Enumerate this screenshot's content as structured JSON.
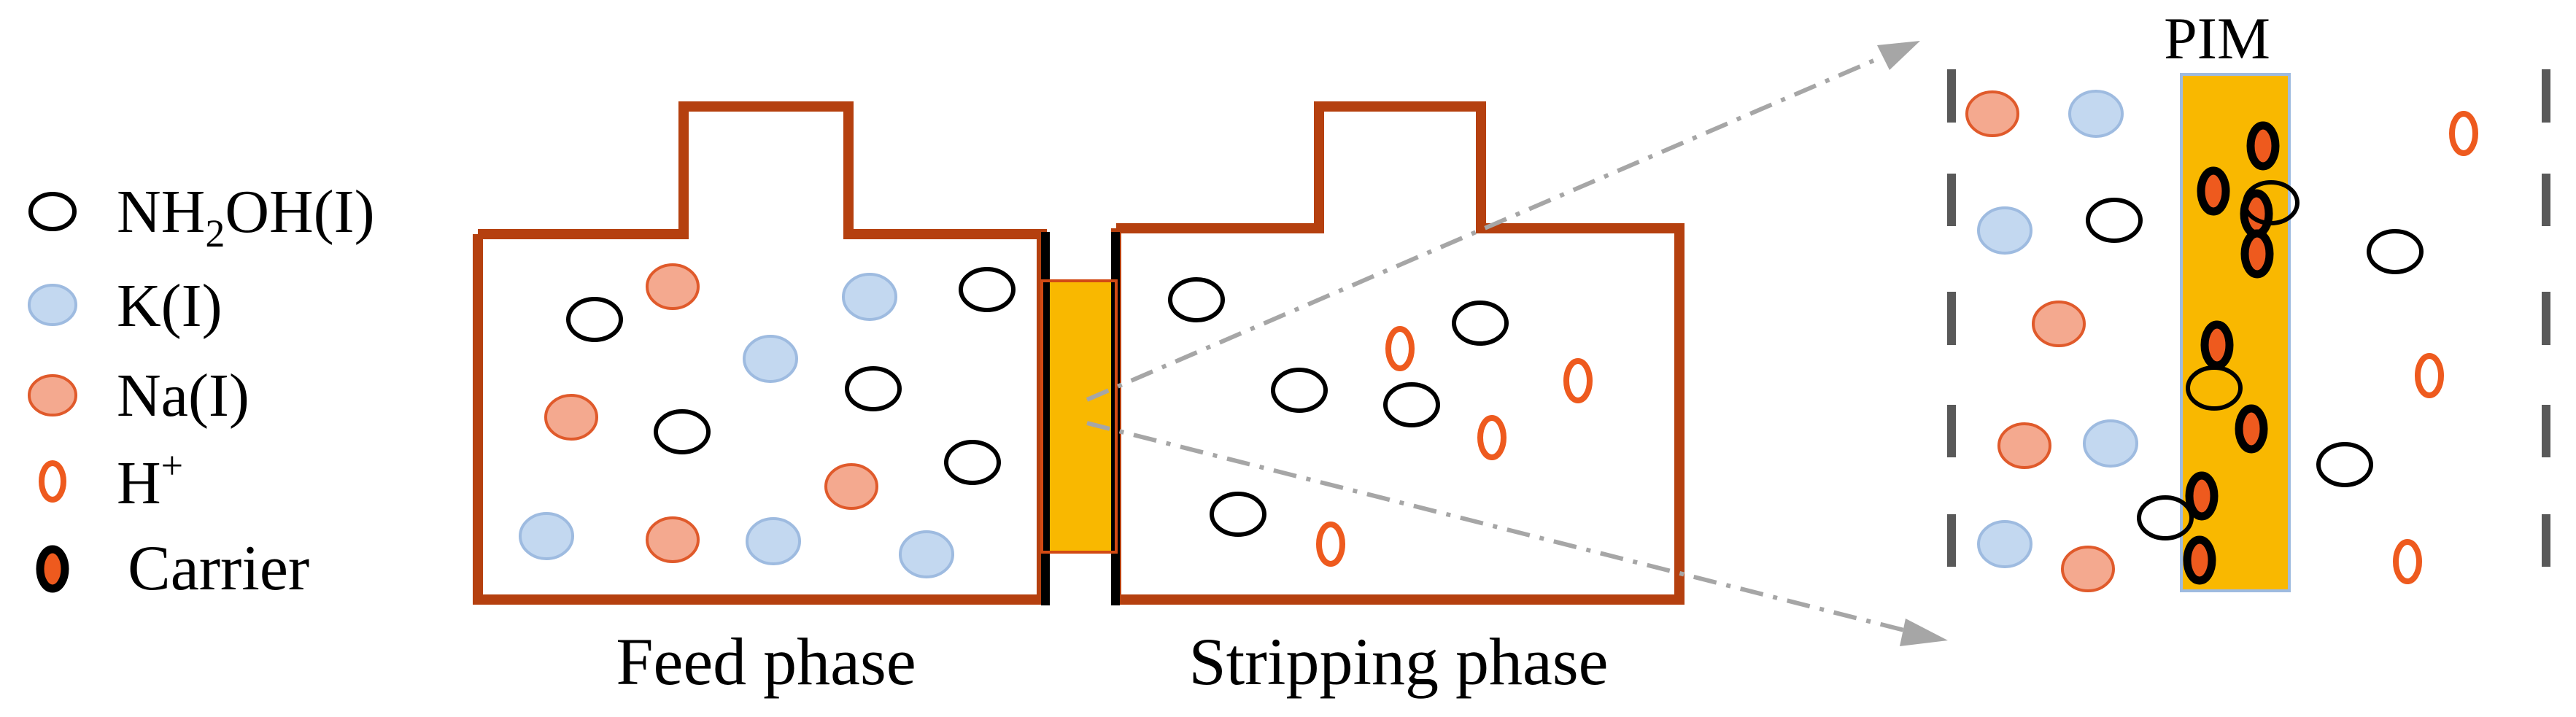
{
  "legend": {
    "items": [
      {
        "id": "nh2oh",
        "label_main": "NH",
        "label_sub": "2",
        "label_rest": "OH(I)",
        "icon": "black-ring-icon"
      },
      {
        "id": "k",
        "label": "K(I)",
        "icon": "blue-dot-icon"
      },
      {
        "id": "na",
        "label": "Na(I)",
        "icon": "salmon-dot-icon"
      },
      {
        "id": "h",
        "label_main": "H",
        "label_sup": "+",
        "icon": "orange-ring-icon"
      },
      {
        "id": "carrier",
        "label": "Carrier",
        "icon": "carrier-icon"
      }
    ]
  },
  "phases": {
    "feed_label": "Feed phase",
    "stripping_label": "Stripping phase"
  },
  "membrane": {
    "label": "PIM"
  },
  "colors": {
    "vessel": "#b5400f",
    "membrane_fill": "#f9b800",
    "k_fill": "#c3d8f0",
    "k_stroke": "#9ebbe0",
    "na_fill": "#f4a98f",
    "na_stroke": "#e05a2b",
    "proton": "#ee5a1e",
    "ring": "#000000",
    "arrow": "#a6a6a6",
    "wall": "#595959"
  }
}
